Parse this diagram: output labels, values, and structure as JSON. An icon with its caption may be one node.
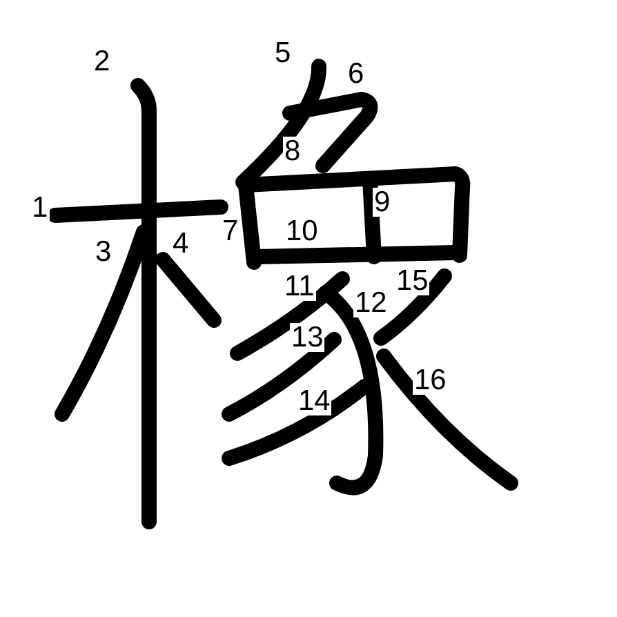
{
  "diagram": {
    "labels": [
      "1",
      "2",
      "3",
      "4",
      "5",
      "6",
      "7",
      "8",
      "9",
      "10",
      "11",
      "12",
      "13",
      "14",
      "15",
      "16"
    ]
  }
}
